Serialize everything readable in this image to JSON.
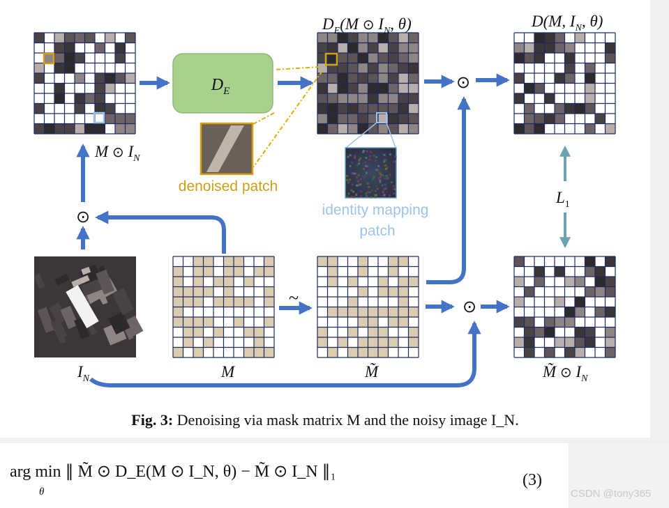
{
  "figure": {
    "labels": {
      "de_block": "D_E",
      "de_output": "D_E(M ⊙ I_N, θ)",
      "final_output": "D(M, I_N, θ)",
      "masked_input": "M ⊙ I_N",
      "denoised_patch": "denoised patch",
      "identity_patch_line1": "identity mapping",
      "identity_patch_line2": "patch",
      "l1_loss": "L_1",
      "noisy_image": "I_N",
      "mask": "M",
      "mask_tilde": "M̃",
      "target": "M̃ ⊙ I_N",
      "tilde_op": "~",
      "odot": "⊙"
    },
    "colors": {
      "arrow_blue": "#4472c4",
      "box_green": "#a9d18e",
      "mask_tan": "#d9ccb0",
      "denoised_gold": "#d4a017",
      "identity_light_blue": "#9dc3e6",
      "grid_navy": "#1f2a5c",
      "l1_arrow_teal": "#6aa3b0"
    }
  },
  "caption": {
    "label": "Fig. 3:",
    "text": "Denoising via mask matrix M and the noisy image I_N."
  },
  "equation": {
    "text": "arg min ∥ M̃ ⊙ D_E(M ⊙ I_N, θ) − M̃ ⊙ I_N ∥₁",
    "subscript": "θ",
    "number": "(3)"
  },
  "watermark": "CSDN @tony365"
}
